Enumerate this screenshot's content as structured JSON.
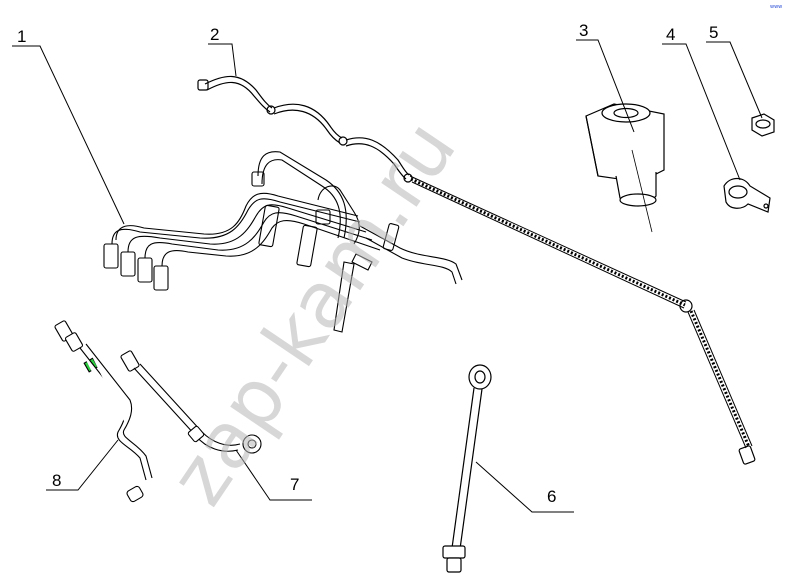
{
  "watermark": "zap-kam.ru",
  "corner_mark": "www",
  "callouts": [
    {
      "id": "1",
      "label": "1"
    },
    {
      "id": "2",
      "label": "2"
    },
    {
      "id": "3",
      "label": "3"
    },
    {
      "id": "4",
      "label": "4"
    },
    {
      "id": "5",
      "label": "5"
    },
    {
      "id": "6",
      "label": "6"
    },
    {
      "id": "7",
      "label": "7"
    },
    {
      "id": "8",
      "label": "8"
    }
  ],
  "colors": {
    "line": "#000000",
    "accent": "#2ecc40",
    "watermark": "#b7b7b7"
  }
}
